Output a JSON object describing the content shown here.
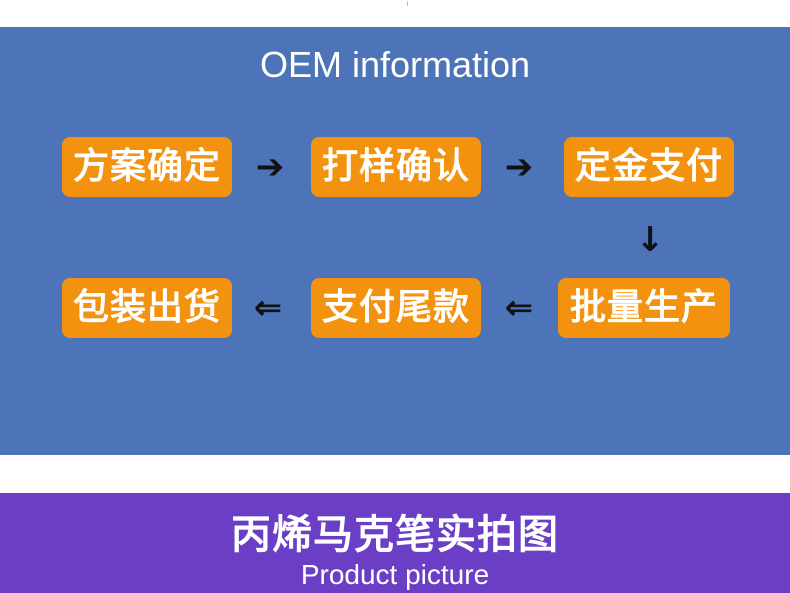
{
  "oem_section": {
    "title": "OEM information",
    "panel_color": "#4d73b8",
    "step_color": "#f3920f",
    "row1": [
      {
        "label": "方案确定"
      },
      {
        "label": "打样确认"
      },
      {
        "label": "定金支付"
      }
    ],
    "row2": [
      {
        "label": "包装出货"
      },
      {
        "label": "支付尾款"
      },
      {
        "label": "批量生产"
      }
    ],
    "arrows": {
      "r1_a": "➔",
      "r1_b": "➔",
      "down": "↓",
      "r2_a": "⇐",
      "r2_b": "⇐"
    }
  },
  "product_banner": {
    "title": "丙烯马克笔实拍图",
    "subtitle": "Product picture",
    "color": "#6a3fc6"
  }
}
